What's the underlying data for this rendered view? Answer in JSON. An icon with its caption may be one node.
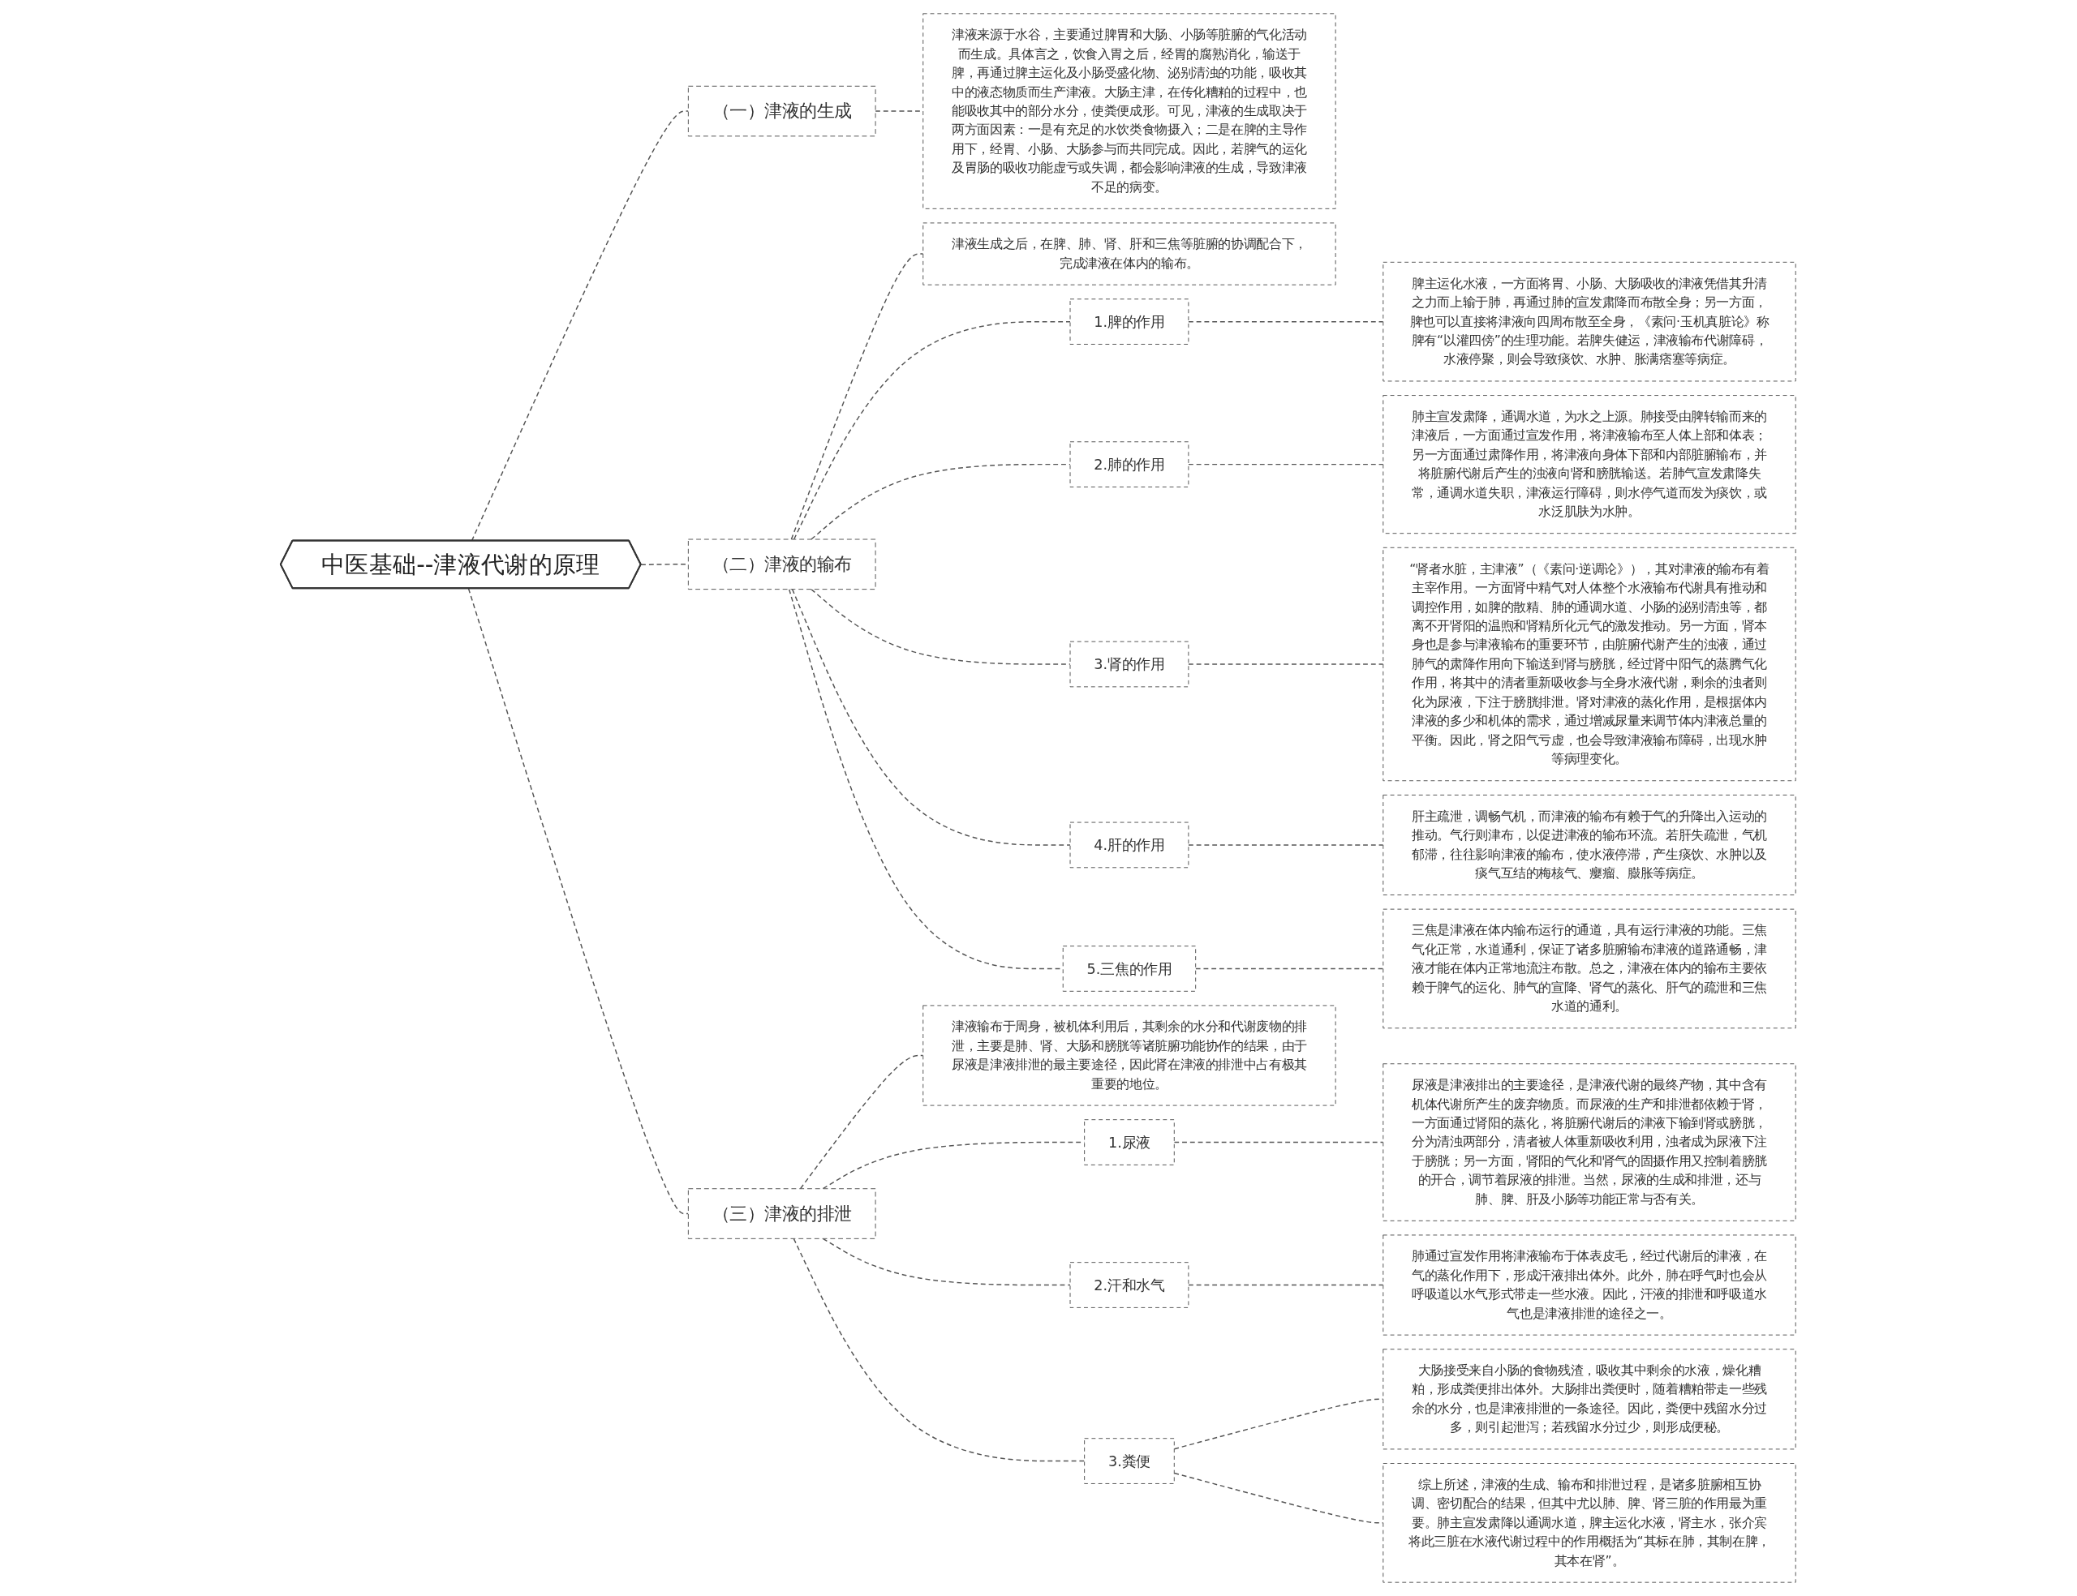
{
  "diagram": {
    "nodes": [
      {
        "text": [
          "中医基础--津液代谢的原理"
        ]
      },
      {
        "text": [
          "（一）津液的生成"
        ]
      },
      {
        "text": [
          "津液来源于水谷，主要通过脾胃和大肠、小肠等脏腑的气化活动而生成。具体言之，饮食入胃之后，经胃的腐熟消化，输送于脾，再通过脾主运化及小肠受盛化物、泌别清浊的功能，吸收其中的液态物质而生产津液。大肠主津，在传化糟粕的过程中，也能吸收其中的部分水分，使粪便成形。可见，津液的生成取决于两方面因素：一是有充足的水饮类食物摄入；二是在脾的主导作用下，经胃、小肠、大肠参与而共同完成。因此，若脾气的运化及胃肠的吸收功能虚亏或失调，都会影响津液的生成，导致津液不足的病变。"
        ]
      },
      {
        "text": [
          "（二）津液的输布"
        ]
      },
      {
        "text": [
          "津液生成之后，在脾、肺、肾、肝和三焦等脏腑的协调配合下，完成津液在体内的输布。"
        ]
      },
      {
        "text": [
          "1.脾的作用"
        ]
      },
      {
        "text": [
          "脾主运化水液，一方面将胃、小肠、大肠吸收的津液凭借其升清之力而上输于肺，再通过肺的宣发肃降而布散全身；另一方面，脾也可以直接将津液向四周布散至全身，《素问·玉机真脏论》称脾有“以灌四傍”的生理功能。若脾失健运，津液输布代谢障碍，水液停聚，则会导致痰饮、水肿、胀满痞塞等病症。"
        ]
      },
      {
        "text": [
          "2.肺的作用"
        ]
      },
      {
        "text": [
          "肺主宣发肃降，通调水道，为水之上源。肺接受由脾转输而来的津液后，一方面通过宣发作用，将津液输布至人体上部和体表；另一方面通过肃降作用，将津液向身体下部和内部脏腑输布，并将脏腑代谢后产生的浊液向肾和膀胱输送。若肺气宣发肃降失常，通调水道失职，津液运行障碍，则水停气道而发为痰饮，或水泛肌肤为水肿。"
        ]
      },
      {
        "text": [
          "3.肾的作用"
        ]
      },
      {
        "text": [
          "“肾者水脏，主津液”（《素问·逆调论》），其对津液的输布有着主宰作用。一方面肾中精气对人体整个水液输布代谢具有推动和调控作用，如脾的散精、肺的通调水道、小肠的泌别清浊等，都离不开肾阳的温煦和肾精所化元气的激发推动。另一方面，肾本身也是参与津液输布的重要环节，由脏腑代谢产生的浊液，通过肺气的肃降作用向下输送到肾与膀胱，经过肾中阳气的蒸腾气化作用，将其中的清者重新吸收参与全身水液代谢，剩余的浊者则化为尿液，下注于膀胱排泄。肾对津液的蒸化作用，是根据体内津液的多少和机体的需求，通过增减尿量来调节体内津液总量的平衡。因此，肾之阳气亏虚，也会导致津液输布障碍，出现水肿等病理变化。"
        ]
      },
      {
        "text": [
          "4.肝的作用"
        ]
      },
      {
        "text": [
          "肝主疏泄，调畅气机，而津液的输布有赖于气的升降出入运动的推动。气行则津布，以促进津液的输布环流。若肝失疏泄，气机郁滞，往往影响津液的输布，使水液停滞，产生痰饮、水肿以及痰气互结的梅核气、瘿瘤、臌胀等病症。"
        ]
      },
      {
        "text": [
          "5.三焦的作用"
        ]
      },
      {
        "text": [
          "三焦是津液在体内输布运行的通道，具有运行津液的功能。三焦气化正常，水道通利，保证了诸多脏腑输布津液的道路通畅，津液才能在体内正常地流注布散。总之，津液在体内的输布主要依赖于脾气的运化、肺气的宣降、肾气的蒸化、肝气的疏泄和三焦水道的通利。"
        ]
      },
      {
        "text": [
          "（三）津液的排泄"
        ]
      },
      {
        "text": [
          "津液输布于周身，被机体利用后，其剩余的水分和代谢废物的排泄，主要是肺、肾、大肠和膀胱等诸脏腑功能协作的结果，由于尿液是津液排泄的最主要途径，因此肾在津液的排泄中占有极其重要的地位。"
        ]
      },
      {
        "text": [
          "1.尿液"
        ]
      },
      {
        "text": [
          "尿液是津液排出的主要途径，是津液代谢的最终产物，其中含有机体代谢所产生的废弃物质。而尿液的生产和排泄都依赖于肾，一方面通过肾阳的蒸化，将脏腑代谢后的津液下输到肾或膀胱，分为清浊两部分，清者被人体重新吸收利用，浊者成为尿液下注于膀胱；另一方面，肾阳的气化和肾气的固摄作用又控制着膀胱的开合，调节着尿液的排泄。当然，尿液的生成和排泄，还与肺、脾、肝及小肠等功能正常与否有关。"
        ]
      },
      {
        "text": [
          "2.汗和水气"
        ]
      },
      {
        "text": [
          "肺通过宣发作用将津液输布于体表皮毛，经过代谢后的津液，在气的蒸化作用下，形成汗液排出体外。此外，肺在呼气时也会从呼吸道以水气形式带走一些水液。因此，汗液的排泄和呼吸道水气也是津液排泄的途径之一。"
        ]
      },
      {
        "text": [
          "3.粪便"
        ]
      },
      {
        "text": [
          "大肠接受来自小肠的食物残渣，吸收其中剩余的水液，燥化糟粕，形成粪便排出体外。大肠排出粪便时，随着糟粕带走一些残余的水分，也是津液排泄的一条途径。因此，粪便中残留水分过多，则引起泄泻；若残留水分过少，则形成便秘。"
        ]
      },
      {
        "text": [
          "综上所述，津液的生成、输布和排泄过程，是诸多脏腑相互协调、密切配合的结果，但其中尤以肺、脾、肾三脏的作用最为重要。肺主宣发肃降以通调水道，脾主运化水液，肾主水，张介宾将此三脏在水液代谢过程中的作用概括为“其标在肺，其制在脾，其本在肾”。"
        ]
      }
    ],
    "edges": [
      {
        "from": 0,
        "to": 1,
        "arrow": "none",
        "style": "dashed"
      },
      {
        "from": 1,
        "to": 2,
        "arrow": "none",
        "style": "dashed"
      },
      {
        "from": 0,
        "to": 3,
        "arrow": "none",
        "style": "dashed"
      },
      {
        "from": 3,
        "to": 4,
        "arrow": "none",
        "style": "dashed"
      },
      {
        "from": 3,
        "to": 5,
        "arrow": "none",
        "style": "dashed"
      },
      {
        "from": 5,
        "to": 6,
        "arrow": "none",
        "style": "dashed"
      },
      {
        "from": 3,
        "to": 7,
        "arrow": "none",
        "style": "dashed"
      },
      {
        "from": 7,
        "to": 8,
        "arrow": "none",
        "style": "dashed"
      },
      {
        "from": 3,
        "to": 9,
        "arrow": "none",
        "style": "dashed"
      },
      {
        "from": 9,
        "to": 10,
        "arrow": "none",
        "style": "dashed"
      },
      {
        "from": 3,
        "to": 11,
        "arrow": "none",
        "style": "dashed"
      },
      {
        "from": 11,
        "to": 12,
        "arrow": "none",
        "style": "dashed"
      },
      {
        "from": 3,
        "to": 13,
        "arrow": "none",
        "style": "dashed"
      },
      {
        "from": 13,
        "to": 14,
        "arrow": "none",
        "style": "dashed"
      },
      {
        "from": 0,
        "to": 15,
        "arrow": "none",
        "style": "dashed"
      },
      {
        "from": 15,
        "to": 16,
        "arrow": "none",
        "style": "dashed"
      },
      {
        "from": 15,
        "to": 17,
        "arrow": "none",
        "style": "dashed"
      },
      {
        "from": 17,
        "to": 18,
        "arrow": "none",
        "style": "dashed"
      },
      {
        "from": 15,
        "to": 19,
        "arrow": "none",
        "style": "dashed"
      },
      {
        "from": 19,
        "to": 20,
        "arrow": "none",
        "style": "dashed"
      },
      {
        "from": 15,
        "to": 21,
        "arrow": "none",
        "style": "dashed"
      },
      {
        "from": 21,
        "to": 22,
        "arrow": "none",
        "style": "dashed"
      },
      {
        "from": 21,
        "to": 23,
        "arrow": "none",
        "style": "dashed"
      }
    ]
  }
}
